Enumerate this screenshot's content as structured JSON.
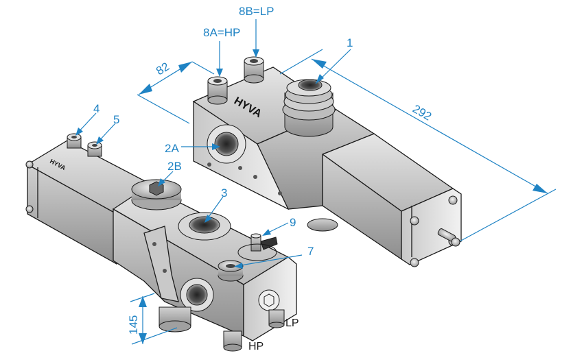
{
  "colors": {
    "annotation": "#1f83c4",
    "drawing": "#1a1a1a",
    "background": "#ffffff"
  },
  "labels": {
    "l1": "1",
    "l2a": "2A",
    "l2b": "2B",
    "l3": "3",
    "l4": "4",
    "l5": "5",
    "l7": "7",
    "l8a": "8A=HP",
    "l8b": "8B=LP",
    "l9": "9"
  },
  "dimensions": {
    "width": "82",
    "length": "292",
    "height": "145"
  },
  "port_marks": {
    "hp": "HP",
    "lp": "LP"
  },
  "brand": "HYVA"
}
